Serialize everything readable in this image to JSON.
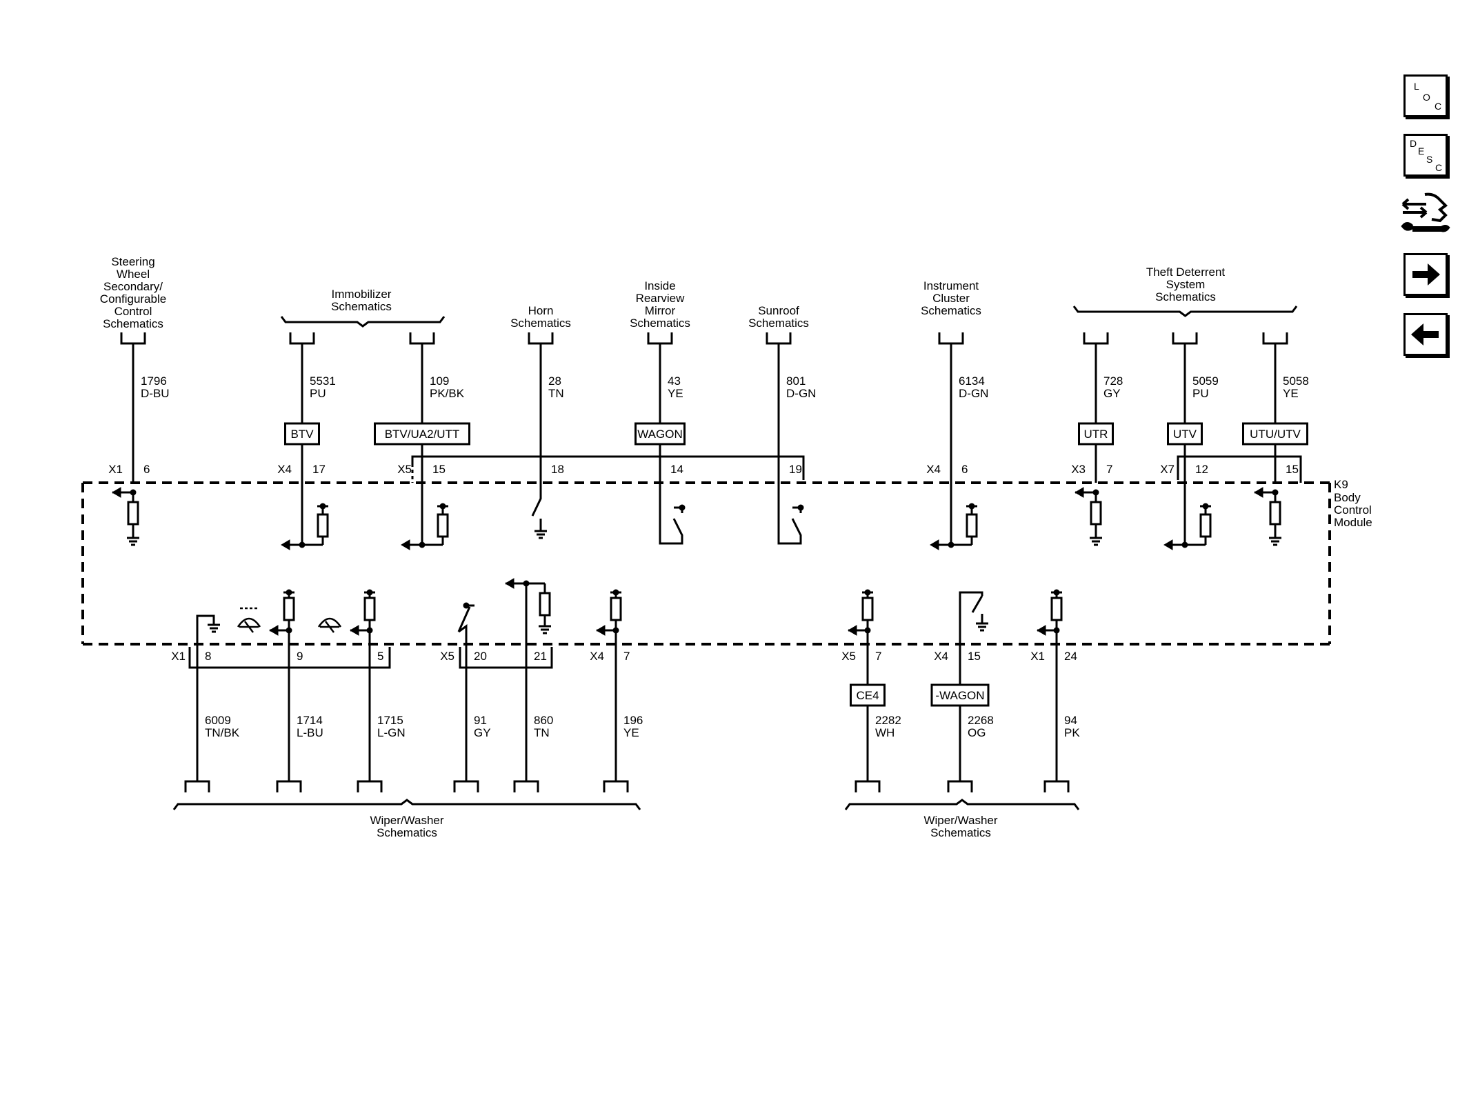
{
  "module": {
    "ref": "K9",
    "name_lines": [
      "Body",
      "Control",
      "Module"
    ]
  },
  "side_toolbar": {
    "loc": {
      "letters": [
        "L",
        "O",
        "C"
      ],
      "icon": "loc-icon"
    },
    "desc": {
      "letters": [
        "D",
        "E",
        "S",
        "C"
      ],
      "icon": "desc-icon"
    },
    "connector_tool": {
      "icon": "connector-wrench-icon"
    },
    "next": {
      "icon": "arrow-right-icon"
    },
    "prev": {
      "icon": "arrow-left-icon"
    }
  },
  "top_groups": [
    {
      "id": "steering",
      "lines": [
        "Steering",
        "Wheel",
        "Secondary/",
        "Configurable",
        "Control",
        "Schematics"
      ]
    },
    {
      "id": "immobilizer",
      "lines": [
        "Immobilizer",
        "Schematics"
      ]
    },
    {
      "id": "horn",
      "lines": [
        "Horn",
        "Schematics"
      ]
    },
    {
      "id": "mirror",
      "lines": [
        "Inside",
        "Rearview",
        "Mirror",
        "Schematics"
      ]
    },
    {
      "id": "sunroof",
      "lines": [
        "Sunroof",
        "Schematics"
      ]
    },
    {
      "id": "cluster",
      "lines": [
        "Instrument",
        "Cluster",
        "Schematics"
      ]
    },
    {
      "id": "theft",
      "lines": [
        "Theft Deterrent",
        "System",
        "Schematics"
      ]
    }
  ],
  "top_circuits": [
    {
      "circuit": "1796",
      "color": "D-BU",
      "connector": "X1",
      "pin": "6",
      "option": ""
    },
    {
      "circuit": "5531",
      "color": "PU",
      "connector": "X4",
      "pin": "17",
      "option": "BTV"
    },
    {
      "circuit": "109",
      "color": "PK/BK",
      "connector": "X5",
      "pin": "15",
      "option": "BTV/UA2/UTT"
    },
    {
      "circuit": "28",
      "color": "TN",
      "connector": "",
      "pin": "18",
      "option": ""
    },
    {
      "circuit": "43",
      "color": "YE",
      "connector": "",
      "pin": "14",
      "option": "WAGON"
    },
    {
      "circuit": "801",
      "color": "D-GN",
      "connector": "",
      "pin": "19",
      "option": ""
    },
    {
      "circuit": "6134",
      "color": "D-GN",
      "connector": "X4",
      "pin": "6",
      "option": ""
    },
    {
      "circuit": "728",
      "color": "GY",
      "connector": "X3",
      "pin": "7",
      "option": "UTR"
    },
    {
      "circuit": "5059",
      "color": "PU",
      "connector": "X7",
      "pin": "12",
      "option": "UTV"
    },
    {
      "circuit": "5058",
      "color": "YE",
      "connector": "",
      "pin": "15",
      "option": "UTU/UTV"
    }
  ],
  "bottom_circuits": [
    {
      "circuit": "6009",
      "color": "TN/BK",
      "connector": "X1",
      "pin": "8",
      "option": ""
    },
    {
      "circuit": "1714",
      "color": "L-BU",
      "connector": "",
      "pin": "9",
      "option": ""
    },
    {
      "circuit": "1715",
      "color": "L-GN",
      "connector": "",
      "pin": "5",
      "option": ""
    },
    {
      "circuit": "91",
      "color": "GY",
      "connector": "X5",
      "pin": "20",
      "option": ""
    },
    {
      "circuit": "860",
      "color": "TN",
      "connector": "",
      "pin": "21",
      "option": ""
    },
    {
      "circuit": "196",
      "color": "YE",
      "connector": "X4",
      "pin": "7",
      "option": ""
    },
    {
      "circuit": "2282",
      "color": "WH",
      "connector": "X5",
      "pin": "7",
      "option": "CE4"
    },
    {
      "circuit": "2268",
      "color": "OG",
      "connector": "X4",
      "pin": "15",
      "option": "-WAGON"
    },
    {
      "circuit": "94",
      "color": "PK",
      "connector": "X1",
      "pin": "24",
      "option": ""
    }
  ],
  "bottom_groups": [
    {
      "id": "wiper1",
      "lines": [
        "Wiper/Washer",
        "Schematics"
      ]
    },
    {
      "id": "wiper2",
      "lines": [
        "Wiper/Washer",
        "Schematics"
      ]
    }
  ]
}
